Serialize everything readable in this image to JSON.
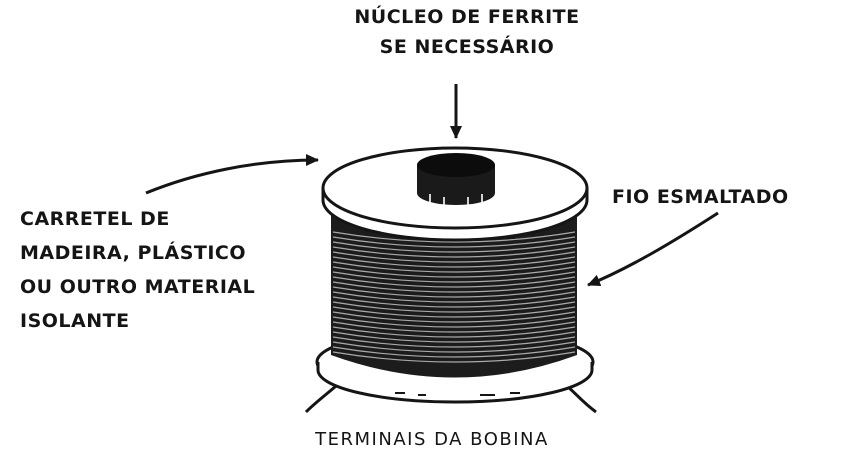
{
  "labels": {
    "core": [
      "NÚCLEO DE FERRITE",
      "SE NECESSÁRIO"
    ],
    "bobbin": [
      "CARRETEL DE",
      "MADEIRA, PLÁSTICO",
      "OU OUTRO MATERIAL",
      "ISOLANTE"
    ],
    "wire": "FIO ESMALTADO",
    "terminals": "TERMINAIS DA BOBINA"
  },
  "colors": {
    "ink": "#151515",
    "paper": "#ffffff",
    "winding": "#1c1c1c"
  }
}
